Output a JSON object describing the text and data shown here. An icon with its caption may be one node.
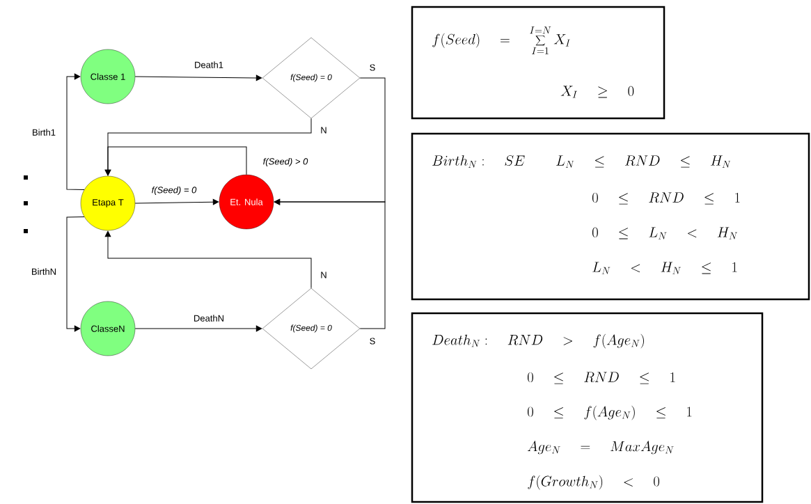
{
  "diagram": {
    "nodes": [
      {
        "text": [
          "Classe 1"
        ]
      },
      {
        "text": [
          "f(Seed) = 0"
        ]
      },
      {
        "text": [
          "Etapa T"
        ]
      },
      {
        "text": [
          "Et. Nula"
        ]
      },
      {
        "text": [
          "ClasseN"
        ]
      },
      {
        "text": [
          "f(Seed) = 0"
        ]
      },
      {
        "text": [
          "f(Seed) \\quad=\\quad \\sum_{I=1}^{I=N} X_I",
          "X_I \\quad\\geq\\quad 0"
        ]
      },
      {
        "text": [
          "Birth_N:\\quad SE \\qquad L_N \\quad\\leq\\quad RND \\quad\\leq\\quad H_N",
          "0 \\quad\\leq\\quad RND \\quad\\leq\\quad 1",
          "0 \\quad\\leq\\quad L_N \\quad<\\quad H_N",
          "L_N \\quad<\\quad H_N \\quad\\leq\\quad 1"
        ]
      },
      {
        "text": [
          "Death_N:\\quad RND \\quad>\\quad f(Age_N)",
          "0 \\quad\\leq\\quad RND \\quad\\leq\\quad 1",
          "0 \\quad\\leq\\quad f(Age_N) \\quad\\leq\\quad 1",
          "Age_N \\quad=\\quad MaxAge_N",
          "f(Growth_N) \\quad<\\quad 0"
        ]
      }
    ],
    "edges": [
      {
        "from": 0,
        "to": 1,
        "arrow": "to",
        "label": "Death1"
      },
      {
        "from": 1,
        "to": 2,
        "arrow": "to",
        "label": "N"
      },
      {
        "from": 1,
        "to": 3,
        "arrow": "to",
        "label": "S"
      },
      {
        "from": 2,
        "to": 3,
        "arrow": "to",
        "label": "f(Seed) = 0"
      },
      {
        "from": 3,
        "to": 2,
        "arrow": "to",
        "label": "f(Seed) > 0"
      },
      {
        "from": 5,
        "to": 2,
        "arrow": "to",
        "label": "N"
      },
      {
        "from": 5,
        "to": 3,
        "arrow": "to",
        "label": "S"
      },
      {
        "from": 2,
        "to": 0,
        "arrow": "to",
        "label": "Birth1"
      },
      {
        "from": 2,
        "to": 4,
        "arrow": "to",
        "label": "BirthN"
      },
      {
        "from": 4,
        "to": 5,
        "arrow": "to",
        "label": "DeathN"
      }
    ]
  }
}
